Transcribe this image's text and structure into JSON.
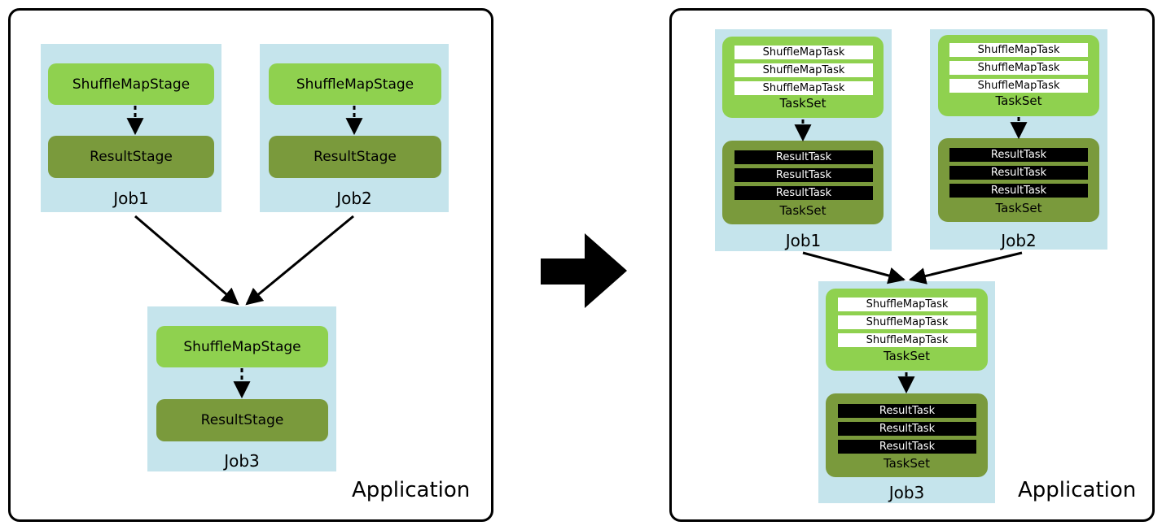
{
  "left_panel": {
    "application_label": "Application",
    "jobs": [
      {
        "label": "Job1",
        "stages": [
          "ShuffleMapStage",
          "ResultStage"
        ]
      },
      {
        "label": "Job2",
        "stages": [
          "ShuffleMapStage",
          "ResultStage"
        ]
      },
      {
        "label": "Job3",
        "stages": [
          "ShuffleMapStage",
          "ResultStage"
        ]
      }
    ]
  },
  "right_panel": {
    "application_label": "Application",
    "jobs": [
      {
        "label": "Job1",
        "shuffle_taskset": {
          "tasks": [
            "ShuffleMapTask",
            "ShuffleMapTask",
            "ShuffleMapTask"
          ],
          "label": "TaskSet"
        },
        "result_taskset": {
          "tasks": [
            "ResultTask",
            "ResultTask",
            "ResultTask"
          ],
          "label": "TaskSet"
        }
      },
      {
        "label": "Job2",
        "shuffle_taskset": {
          "tasks": [
            "ShuffleMapTask",
            "ShuffleMapTask",
            "ShuffleMapTask"
          ],
          "label": "TaskSet"
        },
        "result_taskset": {
          "tasks": [
            "ResultTask",
            "ResultTask",
            "ResultTask"
          ],
          "label": "TaskSet"
        }
      },
      {
        "label": "Job3",
        "shuffle_taskset": {
          "tasks": [
            "ShuffleMapTask",
            "ShuffleMapTask",
            "ShuffleMapTask"
          ],
          "label": "TaskSet"
        },
        "result_taskset": {
          "tasks": [
            "ResultTask",
            "ResultTask",
            "ResultTask"
          ],
          "label": "TaskSet"
        }
      }
    ]
  },
  "colors": {
    "job_background": "#c5e4ec",
    "shuffle_stage": "#8fd14f",
    "result_stage": "#7a9a3c"
  }
}
